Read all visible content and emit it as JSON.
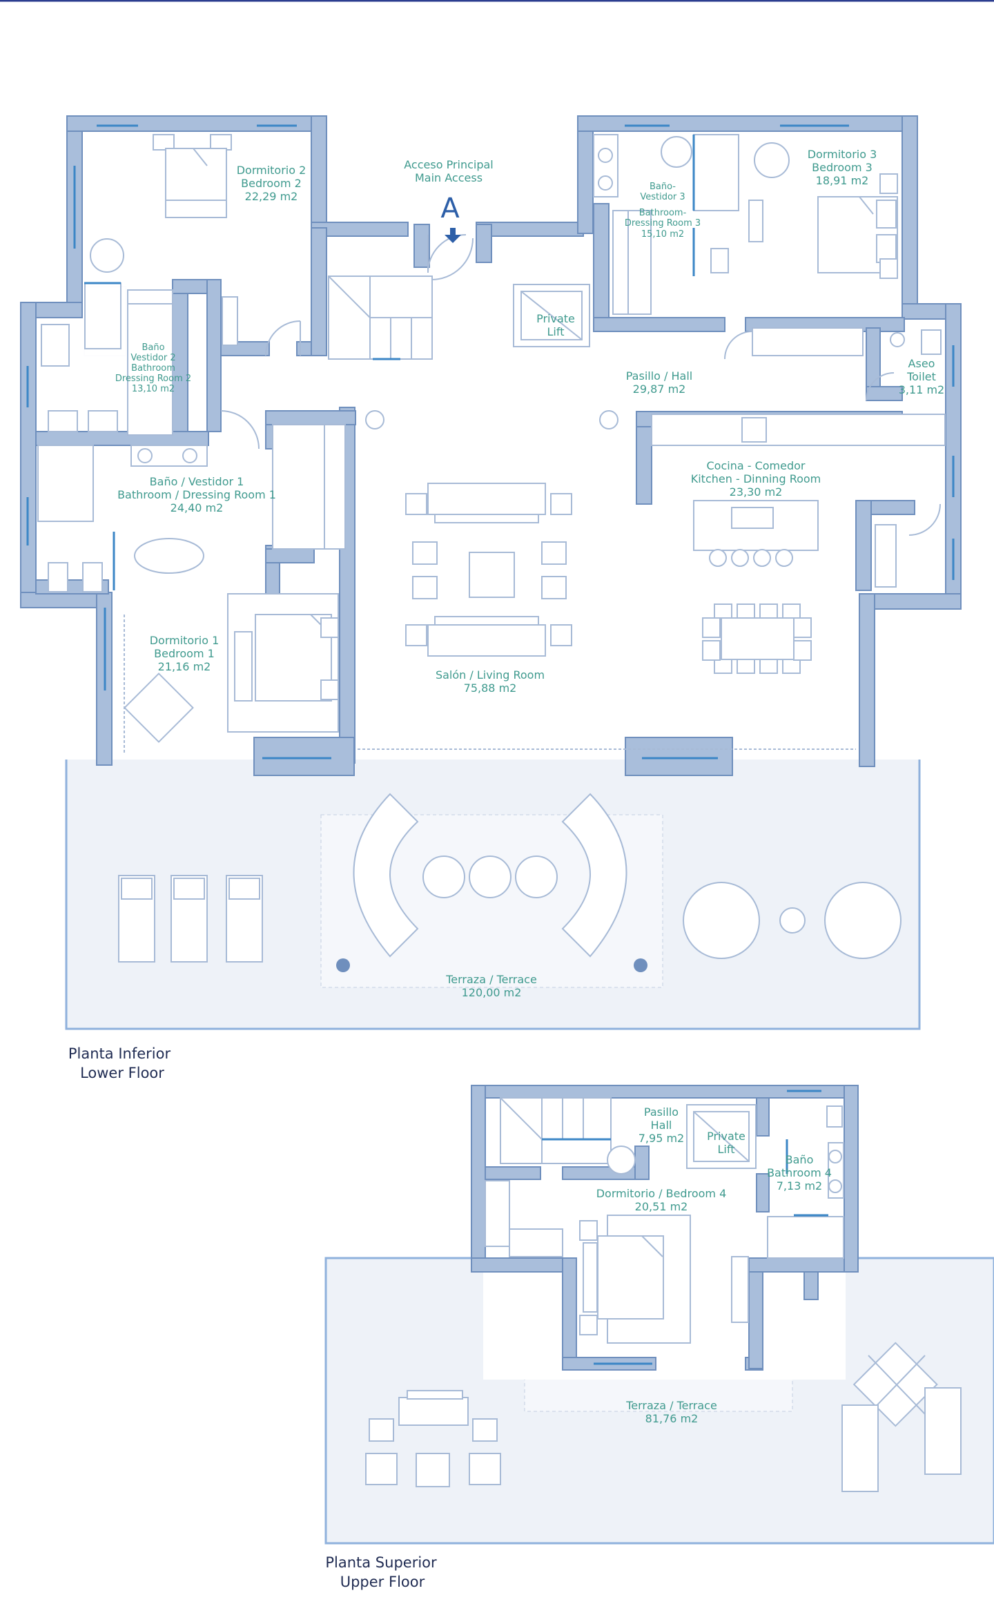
{
  "lower_floor": {
    "caption_es": "Planta Inferior",
    "caption_en": "Lower Floor",
    "main_access": {
      "es": "Acceso Principal",
      "en": "Main Access",
      "letter": "A"
    },
    "rooms": {
      "bedroom2": {
        "es": "Dormitorio 2",
        "en": "Bedroom 2",
        "area": "22,29 m2"
      },
      "bedroom3": {
        "es": "Dormitorio 3",
        "en": "Bedroom 3",
        "area": "18,91 m2"
      },
      "bath3": {
        "l1": "Baño-",
        "l2": "Vestidor 3",
        "l3": "Bathroom-",
        "l4": "Dressing Room 3",
        "area": "15,10 m2"
      },
      "bath2": {
        "l1": "Baño",
        "l2": "Vestidor 2",
        "l3": "Bathroom",
        "l4": "Dressing Room 2",
        "area": "13,10 m2"
      },
      "lift": {
        "l1": "Private",
        "l2": "Lift"
      },
      "hall": {
        "label": "Pasillo / Hall",
        "area": "29,87 m2"
      },
      "toilet": {
        "es": "Aseo",
        "en": "Toilet",
        "area": "3,11 m2"
      },
      "bath1": {
        "es": "Baño / Vestidor 1",
        "en": "Bathroom / Dressing Room 1",
        "area": "24,40 m2"
      },
      "kitchen": {
        "es": "Cocina - Comedor",
        "en": "Kitchen - Dinning Room",
        "area": "23,30 m2"
      },
      "bedroom1": {
        "es": "Dormitorio 1",
        "en": "Bedroom 1",
        "area": "21,16 m2"
      },
      "living": {
        "label": "Salón / Living Room",
        "area": "75,88 m2"
      },
      "terrace": {
        "label": "Terraza / Terrace",
        "area": "120,00 m2"
      }
    }
  },
  "upper_floor": {
    "caption_es": "Planta Superior",
    "caption_en": "Upper Floor",
    "rooms": {
      "hall": {
        "l1": "Pasillo",
        "l2": "Hall",
        "area": "7,95 m2"
      },
      "lift": {
        "l1": "Private",
        "l2": "Lift"
      },
      "bath4": {
        "es": "Baño",
        "en": "Bathroom 4",
        "area": "7,13 m2"
      },
      "bedroom4": {
        "label": "Dormitorio / Bedroom 4",
        "area": "20,51 m2"
      },
      "terrace": {
        "label": "Terraza / Terrace",
        "area": "81,76 m2"
      }
    }
  },
  "colors": {
    "wall": "#a9bedb",
    "wall_edge": "#6f8fbd",
    "label": "#3f9a8e",
    "caption": "#1f2b52",
    "glass": "#3b86c6",
    "header_rule": "#2b3d8f"
  }
}
